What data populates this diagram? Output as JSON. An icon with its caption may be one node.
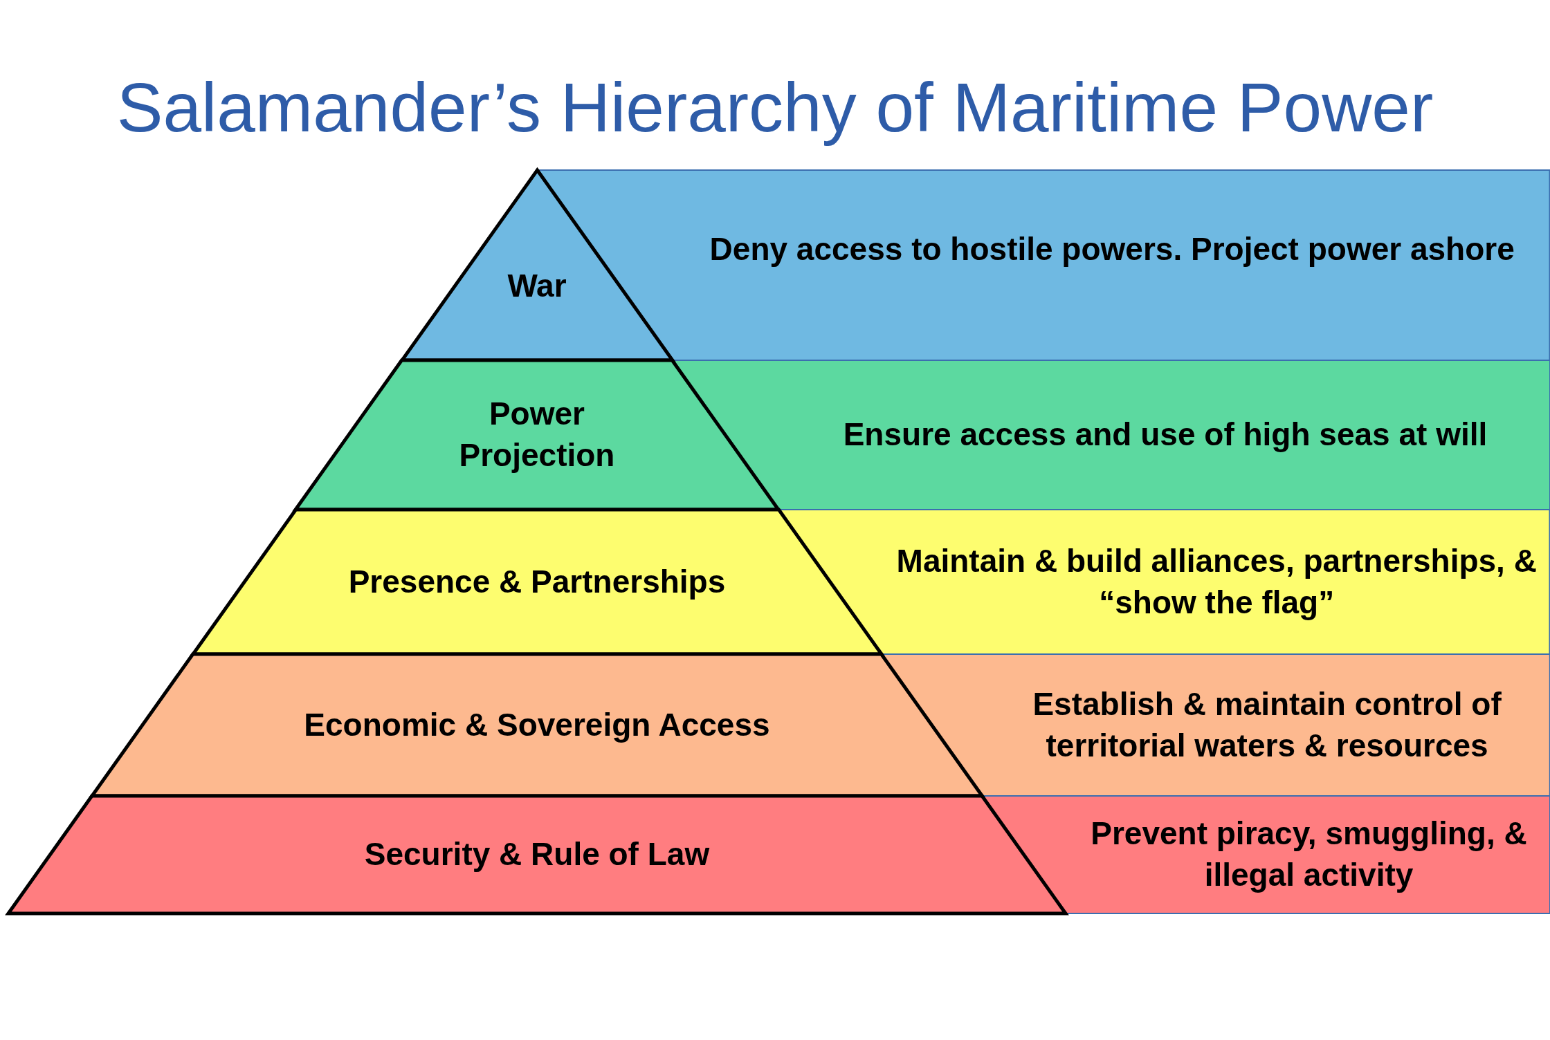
{
  "diagram": {
    "title": "Salamander’s Hierarchy of Maritime Power",
    "nodes": [
      {
        "text": [
          "War"
        ]
      },
      {
        "text": [
          "Deny access to hostile powers. Project power ashore"
        ]
      },
      {
        "text": [
          "Power Projection"
        ]
      },
      {
        "text": [
          "Ensure access and use of high seas at will"
        ]
      },
      {
        "text": [
          "Presence & Partnerships"
        ]
      },
      {
        "text": [
          "Maintain & build alliances, partnerships, & “show the flag”"
        ]
      },
      {
        "text": [
          "Economic & Sovereign Access"
        ]
      },
      {
        "text": [
          "Establish & maintain control of territorial waters & resources"
        ]
      },
      {
        "text": [
          "Security & Rule of Law"
        ]
      },
      {
        "text": [
          "Prevent piracy, smuggling, & illegal activity"
        ]
      }
    ]
  }
}
